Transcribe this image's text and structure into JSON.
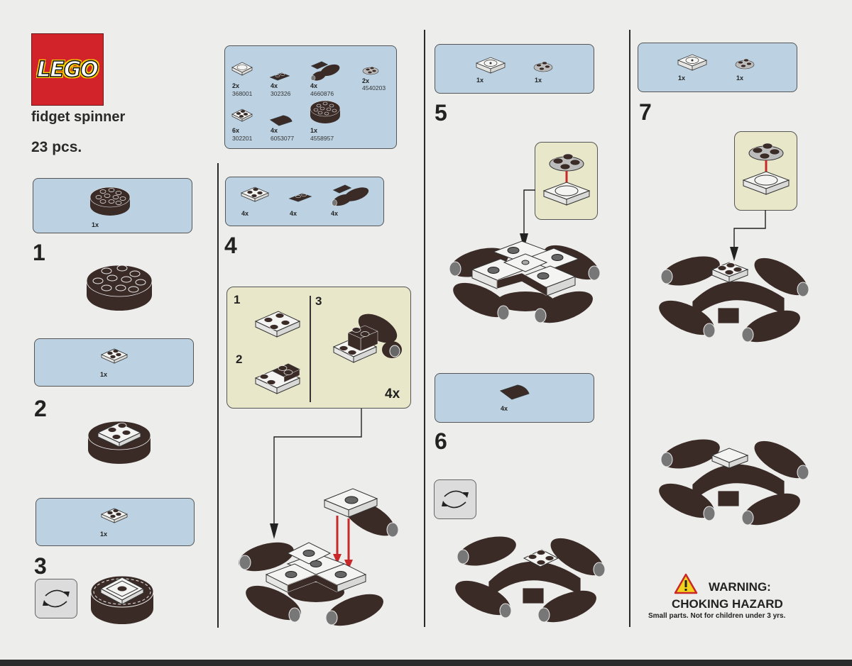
{
  "header": {
    "brand": "LEGO",
    "title": "fidget spinner",
    "piece_count": "23 pcs."
  },
  "colors": {
    "background": "#ededeb",
    "parts_box": "#bcd2e2",
    "callout_box": "#e9e7c9",
    "brick_dark": "#3a2b27",
    "brick_light": "#f4f4f2",
    "logo_red": "#d2232a",
    "logo_yellow": "#f4d000",
    "arrow_red": "#c8282a",
    "warning_yellow": "#f2d21c"
  },
  "inventory": {
    "items": [
      {
        "qty": "2x",
        "part": "368001",
        "shape": "turntable-base-2x2-light"
      },
      {
        "qty": "4x",
        "part": "302326",
        "shape": "plate-1x2-dark"
      },
      {
        "qty": "4x",
        "part": "4660876",
        "shape": "engine-cylinder-dark"
      },
      {
        "qty": "2x",
        "part": "4540203",
        "shape": "turntable-top-2x2-dark"
      },
      {
        "qty": "6x",
        "part": "302201",
        "shape": "plate-2x2-light"
      },
      {
        "qty": "4x",
        "part": "6053077",
        "shape": "slope-curved-dark"
      },
      {
        "qty": "1x",
        "part": "4558957",
        "shape": "brick-round-4x4-dark"
      }
    ]
  },
  "steps": [
    {
      "number": "1",
      "parts": [
        {
          "qty": "1x",
          "shape": "brick-round-4x4-dark"
        }
      ]
    },
    {
      "number": "2",
      "parts": [
        {
          "qty": "1x",
          "shape": "plate-2x2-light"
        }
      ]
    },
    {
      "number": "3",
      "parts": [
        {
          "qty": "1x",
          "shape": "plate-2x2-light"
        }
      ],
      "rotate": true
    },
    {
      "number": "4",
      "parts": [
        {
          "qty": "4x",
          "shape": "plate-2x2-light"
        },
        {
          "qty": "4x",
          "shape": "plate-1x2-dark"
        },
        {
          "qty": "4x",
          "shape": "engine-cylinder-dark"
        }
      ],
      "sub_assembly": {
        "sub_steps": [
          "1",
          "2",
          "3"
        ],
        "multiplier": "4x"
      }
    },
    {
      "number": "5",
      "parts": [
        {
          "qty": "1x",
          "shape": "turntable-base-2x2-light"
        },
        {
          "qty": "1x",
          "shape": "turntable-top-2x2-dark"
        }
      ]
    },
    {
      "number": "6",
      "parts": [
        {
          "qty": "4x",
          "shape": "slope-curved-dark"
        }
      ],
      "rotate": true
    },
    {
      "number": "7",
      "parts": [
        {
          "qty": "1x",
          "shape": "turntable-base-2x2-light"
        },
        {
          "qty": "1x",
          "shape": "turntable-top-2x2-dark"
        }
      ]
    }
  ],
  "warning": {
    "title": "WARNING:",
    "hazard": "CHOKING HAZARD",
    "note": "Small parts. Not for children under 3 yrs."
  }
}
